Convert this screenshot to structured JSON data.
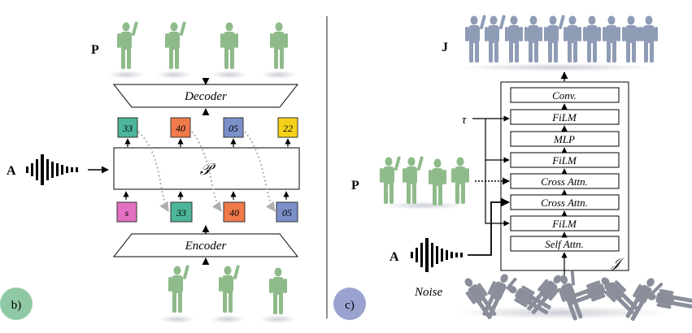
{
  "panel_b": {
    "label": "b)",
    "badge_color": "#8fc9a4",
    "top_label": "P",
    "audio_label": "A",
    "decoder_label": "Decoder",
    "encoder_label": "Encoder",
    "center_label": "𝒫",
    "top_tokens": [
      {
        "text": "33",
        "color": "#4db59a"
      },
      {
        "text": "40",
        "color": "#f07a4a"
      },
      {
        "text": "05",
        "color": "#7b8fc9"
      },
      {
        "text": "22",
        "color": "#f5d21a"
      }
    ],
    "bottom_tokens": [
      {
        "text": "s",
        "color": "#e36fc2"
      },
      {
        "text": "33",
        "color": "#4db59a"
      },
      {
        "text": "40",
        "color": "#f07a4a"
      },
      {
        "text": "05",
        "color": "#7b8fc9"
      }
    ]
  },
  "panel_c": {
    "label": "c)",
    "badge_color": "#9aa3cf",
    "top_label": "J",
    "left_label": "P",
    "audio_label": "A",
    "tau_label": "τ",
    "noise_label": "Noise",
    "model_label": "𝒥",
    "layers": [
      "Conv.",
      "FiLM",
      "MLP",
      "FiLM",
      "Cross Attn.",
      "Cross Attn.",
      "FiLM",
      "Self Attn."
    ]
  },
  "colors": {
    "green_figure": "#8fba8a",
    "blue_figure": "#8f9cb6",
    "gray_figure": "#8a8e9a"
  }
}
